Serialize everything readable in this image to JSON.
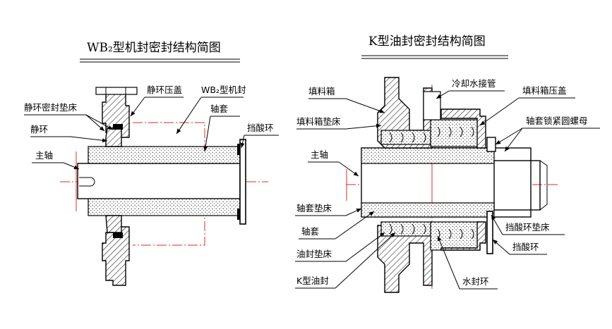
{
  "diagrams": [
    {
      "title": "WB₂型机封密封结构简图",
      "labels": {
        "stat_cover": "静环压盖",
        "machine_seal": "WB₂型机封",
        "stat_ring_gasket": "静环密封垫床",
        "sleeve": "轴套",
        "stat_ring": "静环",
        "acid_ring": "挡酸环",
        "main_shaft": "主轴"
      }
    },
    {
      "title": "K型油封密封结构简图",
      "labels": {
        "stuffing_box": "填料箱",
        "cooling_pipe": "冷却水接管",
        "stuffing_cover": "填料箱压盖",
        "stuffing_gasket": "填料箱垫床",
        "sleeve_nut": "轴套锁紧圆螺母",
        "main_shaft": "主轴",
        "sleeve_gasket": "轴套垫床",
        "acid_ring_gasket": "挡酸环垫床",
        "sleeve": "轴套",
        "acid_ring": "挡酸环",
        "oil_seal_gasket": "油封垫床",
        "k_oil_seal": "K型油封",
        "water_seal_ring": "水封环"
      }
    }
  ]
}
